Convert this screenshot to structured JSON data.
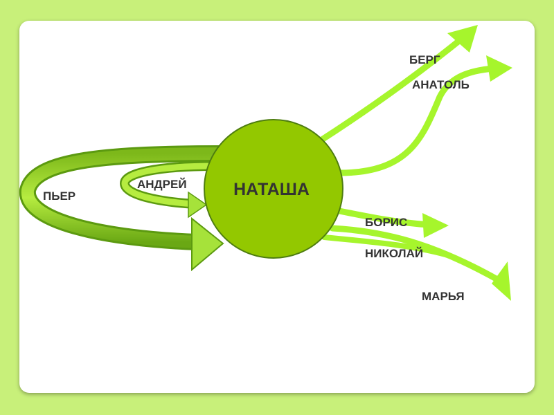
{
  "center": {
    "label": "НАТАША"
  },
  "labels": {
    "berg": "БЕРГ",
    "anatol": "АНАТОЛЬ",
    "boris": "БОРИС",
    "nikolai": "НИКОЛАЙ",
    "marya": "МАРЬЯ",
    "pier": "ПЬЕР",
    "andrei": "АНДРЕЙ"
  },
  "colors": {
    "background": "#c8f07a",
    "arrow_light": "#a6f52c",
    "arrow_dark": "#6aaa0c",
    "node_fill": "#93c800",
    "node_stroke": "#4e7d10"
  }
}
